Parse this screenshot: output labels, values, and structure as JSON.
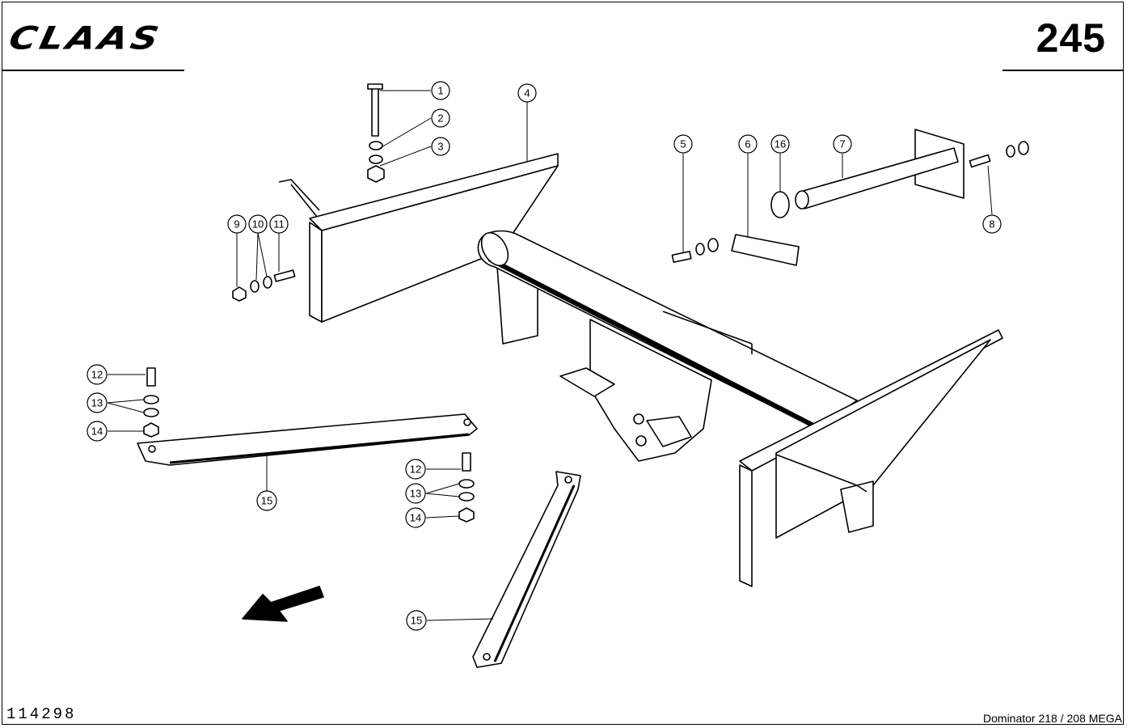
{
  "header": {
    "brand": "CLAAS",
    "page_number": "245"
  },
  "footer": {
    "drawing_number": "114298",
    "model": "Dominator 218 / 208 MEGA"
  },
  "callouts": {
    "c1": "1",
    "c2": "2",
    "c3": "3",
    "c4": "4",
    "c5": "5",
    "c6": "6",
    "c7": "7",
    "c8": "8",
    "c9": "9",
    "c10": "10",
    "c11": "11",
    "c12a": "12",
    "c13a": "13",
    "c14a": "14",
    "c15a": "15",
    "c12b": "12",
    "c13b": "13",
    "c14b": "14",
    "c15b": "15",
    "c16": "16"
  },
  "icons": {
    "direction": "direction-arrow-icon"
  }
}
